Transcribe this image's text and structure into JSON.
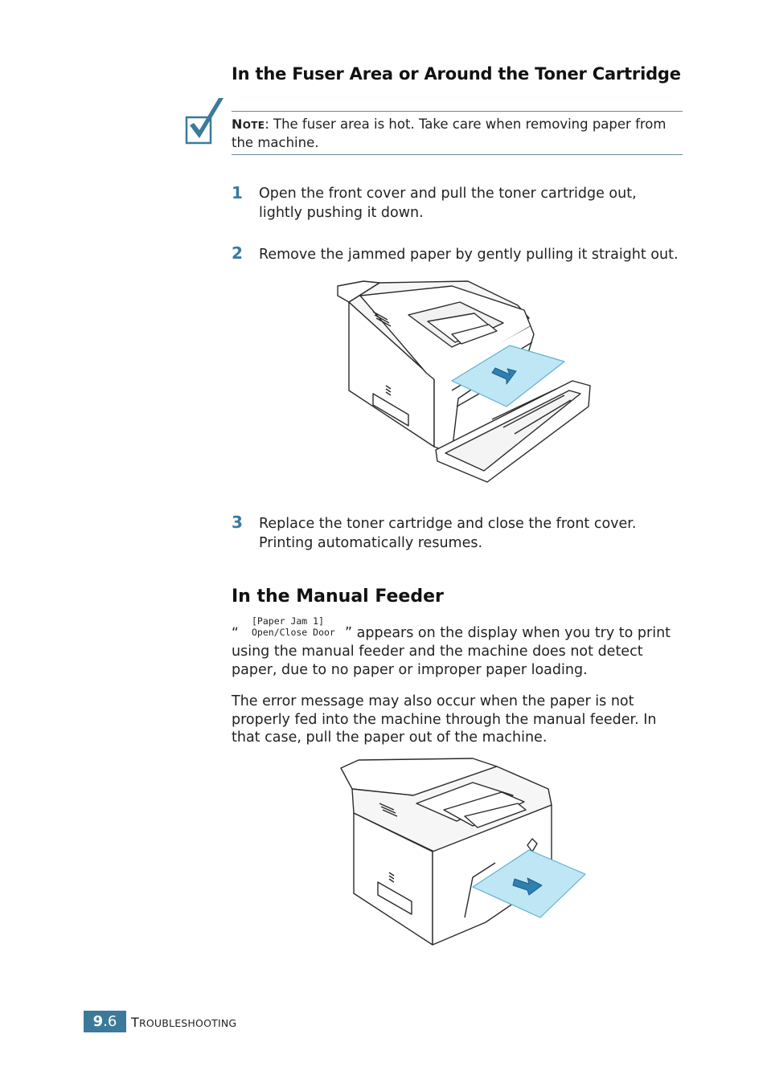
{
  "section_fuser": {
    "heading": "In the Fuser Area or Around the Toner Cartridge",
    "note": {
      "label_first": "N",
      "label_rest": "OTE",
      "text": ": The fuser area is hot. Take care when removing paper from the machine."
    },
    "steps": [
      {
        "number": "1",
        "lines": [
          "Open the front cover and pull the toner cartridge out,",
          "lightly pushing it down."
        ]
      },
      {
        "number": "2",
        "lines": [
          "Remove the jammed paper by gently pulling it straight out."
        ]
      },
      {
        "number": "3",
        "lines": [
          "Replace the toner cartridge and close the front cover.",
          "Printing automatically resumes."
        ]
      }
    ]
  },
  "section_manual": {
    "heading": "In the Manual Feeder",
    "open_quote": "“",
    "display_line1": "[Paper Jam 1]",
    "display_line2": "Open/Close Door",
    "para1_line1": "” appears on the display when you try to print",
    "para1_rest": "using the manual feeder and the machine does not detect paper, due to no paper or improper paper loading.",
    "para2": "The error message may also occur when the paper is not properly fed into the machine through the manual feeder. In that case, pull the paper out of the machine."
  },
  "footer": {
    "chapter": "9",
    "page": ".6",
    "title_first": "T",
    "title_rest": "ROUBLESHOOTING"
  },
  "colors": {
    "accent": "#3b7a9a",
    "step_number": "#3a7aa0",
    "paper_fill": "#bfe6f4",
    "arrow": "#2f7fb0"
  }
}
